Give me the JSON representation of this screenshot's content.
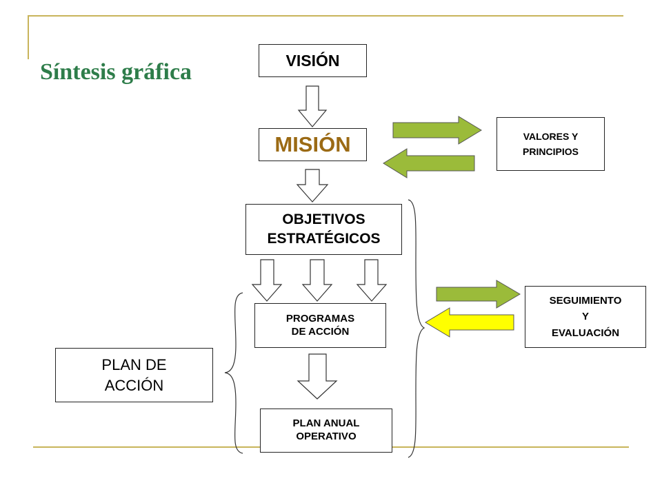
{
  "slide": {
    "title": "Síntesis gráfica"
  },
  "nodes": {
    "vision": "VISIÓN",
    "mision": "MISIÓN",
    "objetivos": "OBJETIVOS\nESTRATÉGICOS",
    "programas": "PROGRAMAS\nDE ACCIÓN",
    "plan_anual": "PLAN ANUAL\nOPERATIVO",
    "valores": "VALORES Y\nPRINCIPIOS",
    "seguimiento": "SEGUIMIENTO\nY\nEVALUACIÓN",
    "plan_accion": "PLAN DE\nACCIÓN"
  },
  "colors": {
    "title": "#2e7d4a",
    "mision_text": "#9b6a14",
    "green_arrow": "#9bbb3a",
    "yellow_arrow": "#ffff00",
    "decoration": "#c8b45a"
  }
}
